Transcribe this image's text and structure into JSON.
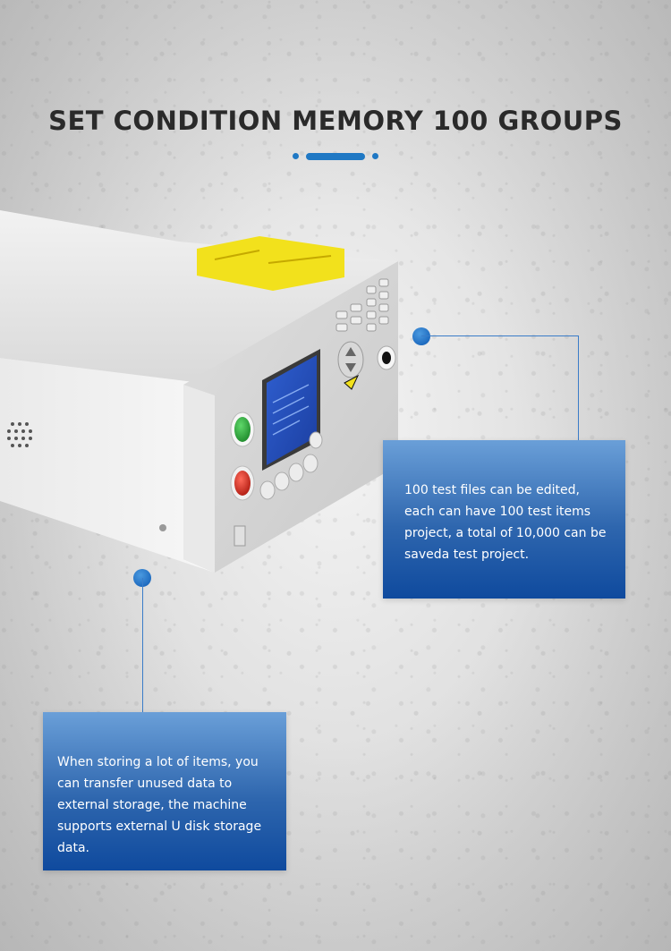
{
  "title": "SET CONDITION MEMORY 100 GROUPS",
  "colors": {
    "accent": "#1f78c4",
    "box_top": "#6a9fd8",
    "box_bottom": "#0f4a9e",
    "title": "#2a2a2a"
  },
  "callouts": [
    {
      "text": "100 test files can be edited, each can have 100 test items project, a total of 10,000 can be saveda test project."
    },
    {
      "text": "When storing a lot of items, you can transfer unused data to external storage, the machine supports external U disk storage data."
    }
  ],
  "device": {
    "icon": "test-instrument-image"
  }
}
